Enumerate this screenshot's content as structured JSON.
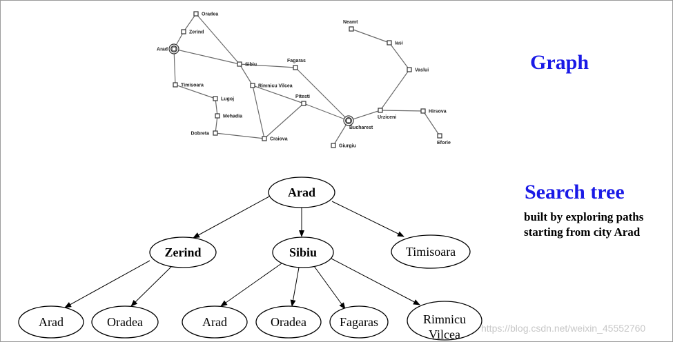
{
  "graph": {
    "heading": "Graph",
    "cities": [
      {
        "name": "Oradea"
      },
      {
        "name": "Zerind"
      },
      {
        "name": "Arad"
      },
      {
        "name": "Sibiu"
      },
      {
        "name": "Fagaras"
      },
      {
        "name": "Timisoara"
      },
      {
        "name": "Rimnicu Vilcea"
      },
      {
        "name": "Lugoj"
      },
      {
        "name": "Pitesti"
      },
      {
        "name": "Mehadia"
      },
      {
        "name": "Dobreta"
      },
      {
        "name": "Craiova"
      },
      {
        "name": "Bucharest"
      },
      {
        "name": "Giurgiu"
      },
      {
        "name": "Neamt"
      },
      {
        "name": "Iasi"
      },
      {
        "name": "Vaslui"
      },
      {
        "name": "Urziceni"
      },
      {
        "name": "Hirsova"
      },
      {
        "name": "Eforie"
      }
    ],
    "roads": [
      [
        "Oradea",
        "Zerind"
      ],
      [
        "Zerind",
        "Arad"
      ],
      [
        "Oradea",
        "Sibiu"
      ],
      [
        "Arad",
        "Sibiu"
      ],
      [
        "Arad",
        "Timisoara"
      ],
      [
        "Timisoara",
        "Lugoj"
      ],
      [
        "Lugoj",
        "Mehadia"
      ],
      [
        "Mehadia",
        "Dobreta"
      ],
      [
        "Dobreta",
        "Craiova"
      ],
      [
        "Sibiu",
        "Fagaras"
      ],
      [
        "Sibiu",
        "Rimnicu Vilcea"
      ],
      [
        "Rimnicu Vilcea",
        "Craiova"
      ],
      [
        "Rimnicu Vilcea",
        "Pitesti"
      ],
      [
        "Craiova",
        "Pitesti"
      ],
      [
        "Pitesti",
        "Bucharest"
      ],
      [
        "Fagaras",
        "Bucharest"
      ],
      [
        "Bucharest",
        "Giurgiu"
      ],
      [
        "Bucharest",
        "Urziceni"
      ],
      [
        "Urziceni",
        "Vaslui"
      ],
      [
        "Vaslui",
        "Iasi"
      ],
      [
        "Iasi",
        "Neamt"
      ],
      [
        "Urziceni",
        "Hirsova"
      ],
      [
        "Hirsova",
        "Eforie"
      ]
    ],
    "highlighted_cities": [
      "Arad",
      "Bucharest"
    ]
  },
  "search_tree": {
    "heading": "Search tree",
    "subtitle_line1": "built by exploring paths",
    "subtitle_line2": "starting from city Arad",
    "nodes": [
      {
        "id": "root",
        "label": "Arad",
        "bold": true
      },
      {
        "id": "zerind",
        "label": "Zerind",
        "bold": true
      },
      {
        "id": "sibiu",
        "label": "Sibiu",
        "bold": true
      },
      {
        "id": "timisoara",
        "label": "Timisoara",
        "bold": false
      },
      {
        "id": "zerind-arad",
        "label": "Arad",
        "bold": false
      },
      {
        "id": "zerind-oradea",
        "label": "Oradea",
        "bold": false
      },
      {
        "id": "sibiu-arad",
        "label": "Arad",
        "bold": false
      },
      {
        "id": "sibiu-oradea",
        "label": "Oradea",
        "bold": false
      },
      {
        "id": "sibiu-fagaras",
        "label": "Fagaras",
        "bold": false
      },
      {
        "id": "sibiu-rimnicu",
        "label": "Rimnicu Vilcea",
        "bold": false
      }
    ],
    "edges": [
      [
        "root",
        "zerind"
      ],
      [
        "root",
        "sibiu"
      ],
      [
        "root",
        "timisoara"
      ],
      [
        "zerind",
        "zerind-arad"
      ],
      [
        "zerind",
        "zerind-oradea"
      ],
      [
        "sibiu",
        "sibiu-arad"
      ],
      [
        "sibiu",
        "sibiu-oradea"
      ],
      [
        "sibiu",
        "sibiu-fagaras"
      ],
      [
        "sibiu",
        "sibiu-rimnicu"
      ]
    ]
  },
  "watermark": "https://blog.csdn.net/weixin_45552760"
}
